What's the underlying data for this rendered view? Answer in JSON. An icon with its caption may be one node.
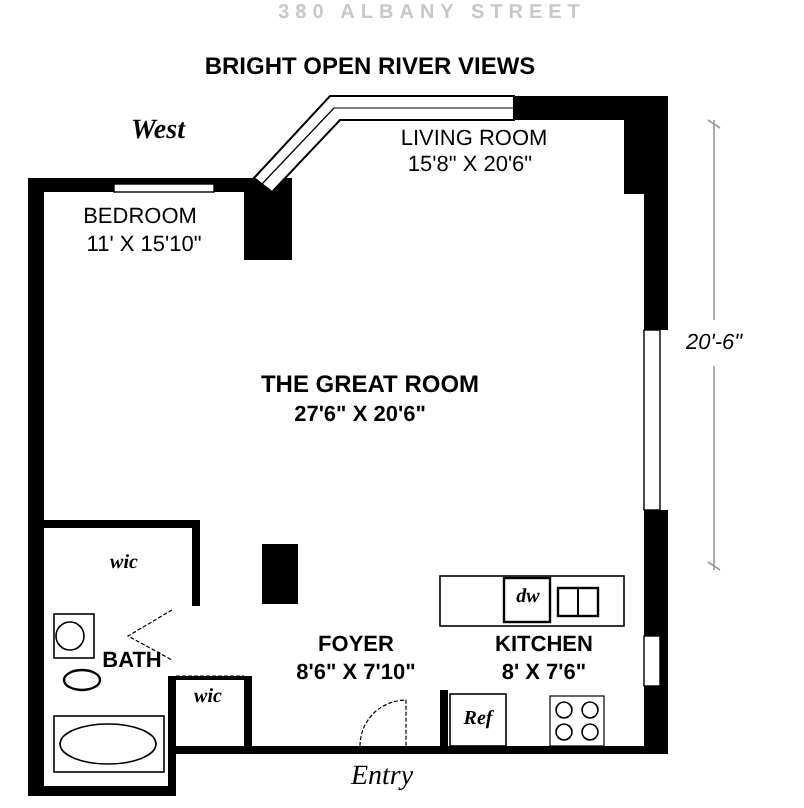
{
  "diagram": {
    "title": "BRIGHT OPEN RIVER VIEWS",
    "labels": [
      "380 ALBANY STREET",
      "West",
      "LIVING ROOM",
      "15'8\" X 20'6\"",
      "BEDROOM",
      "11' X 15'10\"",
      "20'-6\"",
      "THE GREAT ROOM",
      "27'6\" X 20'6\"",
      "wic",
      "dw",
      "BATH",
      "FOYER",
      "8'6\" X 7'10\"",
      "KITCHEN",
      "8' X 7'6\"",
      "wic",
      "Ref",
      "Entry"
    ]
  }
}
